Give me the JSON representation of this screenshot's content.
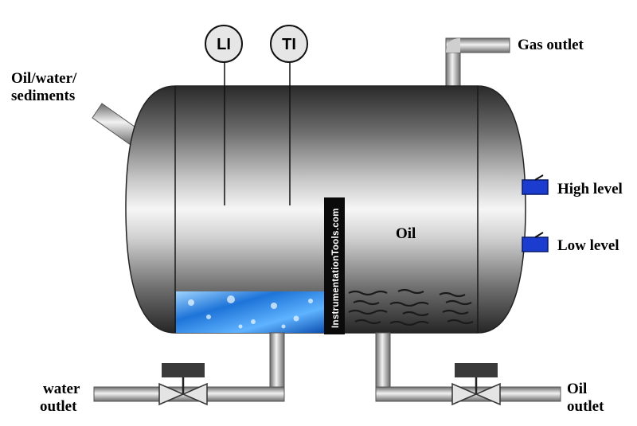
{
  "labels": {
    "inlet": [
      "Oil/water/",
      "sediments"
    ],
    "gas_outlet": "Gas outlet",
    "high_level": "High level",
    "low_level": "Low level",
    "oil": "Oil",
    "water_outlet": [
      "water",
      "outlet"
    ],
    "oil_outlet": [
      "Oil",
      "outlet"
    ]
  },
  "instruments": {
    "level": "LI",
    "temperature": "TI"
  },
  "watermark": "InstrumentationTools.com",
  "colors": {
    "vessel_dark": "#2e2e2e",
    "vessel_light": "#f4f4f4",
    "water": "#1e74d8",
    "level_switch": "#1b3ccf"
  }
}
